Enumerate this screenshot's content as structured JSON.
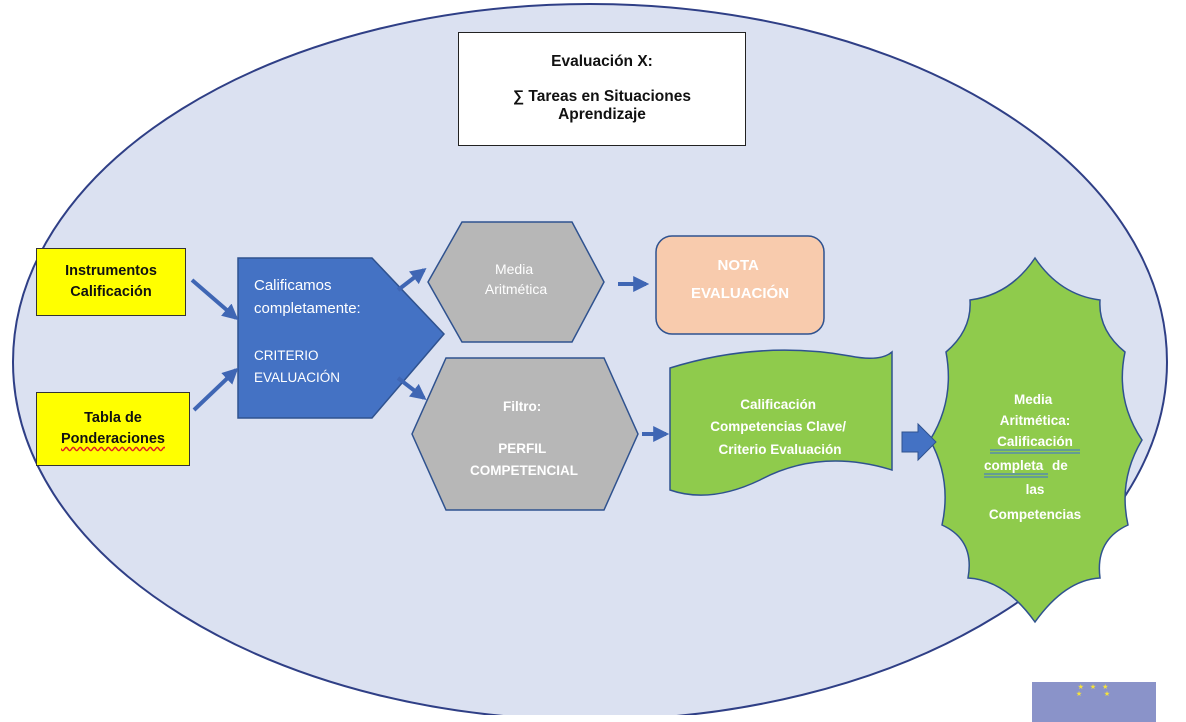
{
  "title": {
    "line1": "Evaluación X:",
    "line2": "∑ Tareas en Situaciones",
    "line3": "Aprendizaje"
  },
  "inputs": {
    "instrumentos": [
      "Instrumentos",
      "Calificación"
    ],
    "tabla": [
      "Tabla de",
      "Ponderaciones"
    ]
  },
  "criterio": {
    "lines": [
      "Calificamos",
      "completamente:",
      "CRITERIO",
      "EVALUACIÓN"
    ]
  },
  "media_top": {
    "lines": [
      "Media",
      "Aritmética"
    ]
  },
  "nota": {
    "lines": [
      "NOTA",
      "EVALUACIÓN"
    ]
  },
  "filtro": {
    "lines": [
      "Filtro:",
      "PERFIL",
      "COMPETENCIAL"
    ]
  },
  "calificacion_doc": {
    "lines": [
      "Calificación",
      "Competencias Clave/",
      "Criterio Evaluación"
    ]
  },
  "media_final": {
    "lines": [
      "Media",
      "Aritmética:"
    ],
    "calificacion": "Calificación",
    "completa": "completa",
    "de": "de",
    "las": "las",
    "competencias": "Competencias"
  },
  "colors": {
    "ellipse": "#dbe1f1",
    "ellipse_border": "#2f3f86",
    "yellow": "#ffff00",
    "blue_box": "#4472c4",
    "gray": "#b7b7b7",
    "nota": "#f8cbad",
    "green": "#8fcb4c",
    "arrow": "#3f66b4"
  }
}
